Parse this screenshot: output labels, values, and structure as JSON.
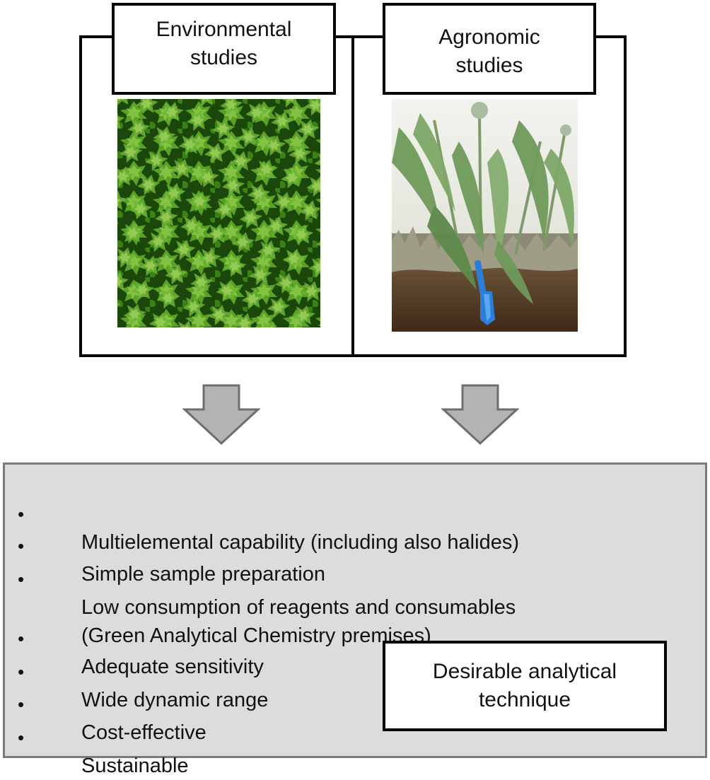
{
  "panels": {
    "left": {
      "title": "Environmental\nstudies",
      "image": "moss-foliage-photo"
    },
    "right": {
      "title": "Agronomic\nstudies",
      "image": "poppy-plants-with-trowel-photo"
    }
  },
  "arrows": {
    "left": "down-arrow-icon",
    "right": "down-arrow-icon"
  },
  "requirements": {
    "bullet": "•",
    "items": [
      "Multielemental capability (including also halides)",
      "Simple sample preparation",
      "Low consumption of reagents and consumables\n(Green Analytical Chemistry premises)",
      "Adequate sensitivity",
      "Wide dynamic range",
      "Cost-effective",
      "Sustainable"
    ]
  },
  "technique_label": "Desirable analytical\ntechnique",
  "colors": {
    "requirements_bg": "#dcdcdc",
    "arrow_fill": "#b3b3b3",
    "arrow_stroke": "#6e6e6e",
    "moss_green": "#4f9a1e",
    "soil_brown": "#4a3320",
    "trowel_blue": "#2b7fd6"
  }
}
